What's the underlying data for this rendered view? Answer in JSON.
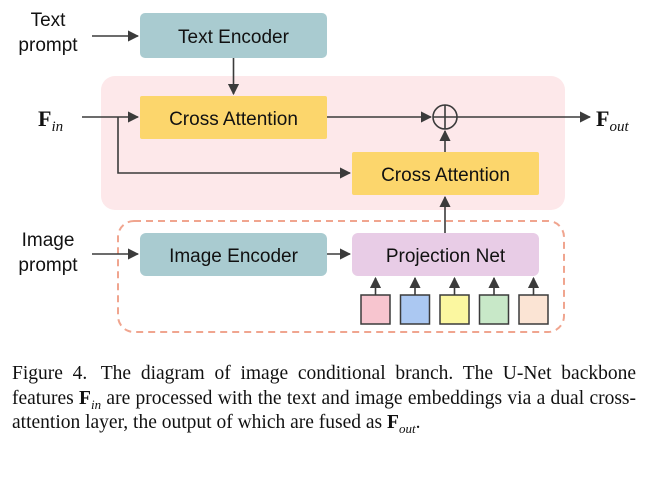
{
  "inputs": {
    "text_prompt": [
      "Text",
      "prompt"
    ],
    "image_prompt": [
      "Image",
      "prompt"
    ],
    "f_in": {
      "symbol": "F",
      "sub": "in"
    },
    "f_out": {
      "symbol": "F",
      "sub": "out"
    }
  },
  "blocks": {
    "text_encoder": "Text Encoder",
    "cross_attention_top": "Cross Attention",
    "cross_attention_bottom": "Cross Attention",
    "image_encoder": "Image Encoder",
    "projection_net": "Projection Net"
  },
  "tokens": [
    "#f7c5cf",
    "#abc8f2",
    "#fbf7a0",
    "#c8e8c8",
    "#fbe4d4"
  ],
  "colors": {
    "encoder_fill": "#a9cbd0",
    "attention_fill": "#fcd66c",
    "projection_fill": "#e8cce6",
    "panel_fill": "#fde8ea",
    "dashed_border": "#f0a58f",
    "arrow": "#3b3b3b"
  },
  "caption": {
    "label": "Figure 4.",
    "part1": "The diagram of image conditional branch. The U-Net backbone features",
    "sym1": "F",
    "sub1": "in",
    "part2": "are processed with the text and image embeddings via a dual cross-attention layer, the output of which are fused as",
    "sym2": "F",
    "sub2": "out",
    "part3": "."
  }
}
